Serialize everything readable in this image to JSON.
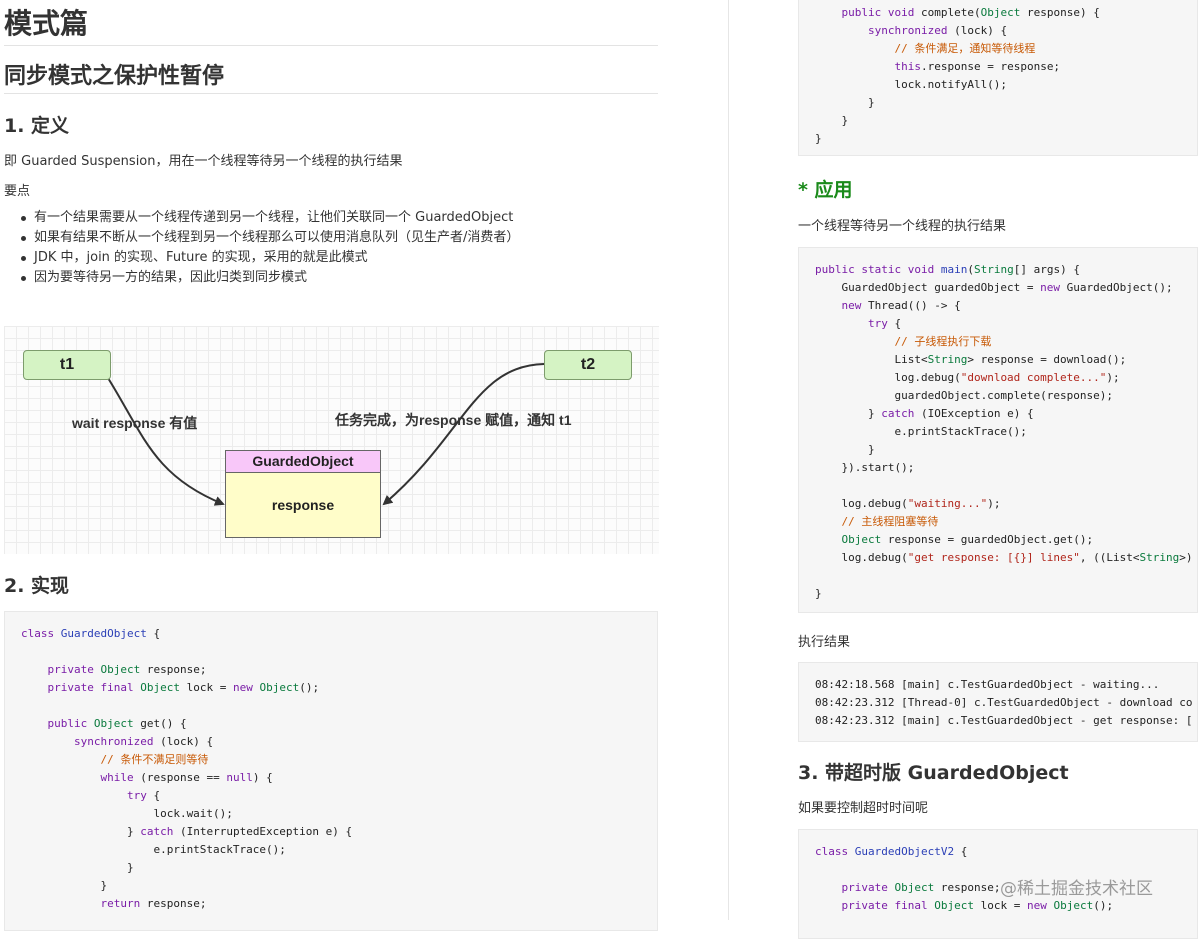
{
  "left": {
    "title": "模式篇",
    "subtitle": "同步模式之保护性暂停",
    "section1": {
      "heading": "1. 定义",
      "definition": "即 Guarded Suspension，用在一个线程等待另一个线程的执行结果",
      "key_points_label": "要点",
      "bullets": [
        "有一个结果需要从一个线程传递到另一个线程，让他们关联同一个 GuardedObject",
        "如果有结果不断从一个线程到另一个线程那么可以使用消息队列（见生产者/消费者）",
        "JDK 中，join 的实现、Future 的实现，采用的就是此模式",
        "因为要等待另一方的结果，因此归类到同步模式"
      ]
    },
    "diagram": {
      "t1": "t1",
      "t2": "t2",
      "box_title": "GuardedObject",
      "box_field": "response",
      "label_left": "wait response 有值",
      "label_right": "任务完成，为response 赋值，通知 t1"
    },
    "section2": {
      "heading": "2. 实现",
      "code": [
        "class GuardedObject {",
        "",
        "    private Object response;",
        "    private final Object lock = new Object();",
        "",
        "    public Object get() {",
        "        synchronized (lock) {",
        "            // 条件不满足则等待",
        "            while (response == null) {",
        "                try {",
        "                    lock.wait();",
        "                } catch (InterruptedException e) {",
        "                    e.printStackTrace();",
        "                }",
        "            }",
        "            return response;"
      ]
    }
  },
  "right": {
    "code_top": [
      "    public void complete(Object response) {",
      "        synchronized (lock) {",
      "            // 条件满足，通知等待线程",
      "            this.response = response;",
      "            lock.notifyAll();",
      "        }",
      "    }",
      "}"
    ],
    "apply_heading": "* 应用",
    "apply_desc": "一个线程等待另一个线程的执行结果",
    "code_main": [
      "public static void main(String[] args) {",
      "    GuardedObject guardedObject = new GuardedObject();",
      "    new Thread(() -> {",
      "        try {",
      "            // 子线程执行下载",
      "            List<String> response = download();",
      "            log.debug(\"download complete...\");",
      "            guardedObject.complete(response);",
      "        } catch (IOException e) {",
      "            e.printStackTrace();",
      "        }",
      "    }).start();",
      "",
      "    log.debug(\"waiting...\");",
      "    // 主线程阻塞等待",
      "    Object response = guardedObject.get();",
      "    log.debug(\"get response: [{}] lines\", ((List<String>)",
      "",
      "}"
    ],
    "result_label": "执行结果",
    "output": [
      "08:42:18.568 [main] c.TestGuardedObject - waiting...",
      "08:42:23.312 [Thread-0] c.TestGuardedObject - download co",
      "08:42:23.312 [main] c.TestGuardedObject - get response: ["
    ],
    "section3": {
      "heading": "3. 带超时版 GuardedObject",
      "desc": "如果要控制超时时间呢",
      "code": [
        "class GuardedObjectV2 {",
        "",
        "    private Object response;",
        "    private final Object lock = new Object();"
      ]
    }
  },
  "watermark": "@稀土掘金技术社区",
  "colors": {
    "keyword": "#7a1da7",
    "type": "#0a7a3d",
    "class": "#2b3fb6",
    "comment": "#c85a07",
    "string": "#b0251b",
    "apply_heading": "#1a8a1a",
    "thread_box": "#d5f3c4",
    "object_header": "#f8c7f9",
    "object_body": "#fffdc9"
  }
}
